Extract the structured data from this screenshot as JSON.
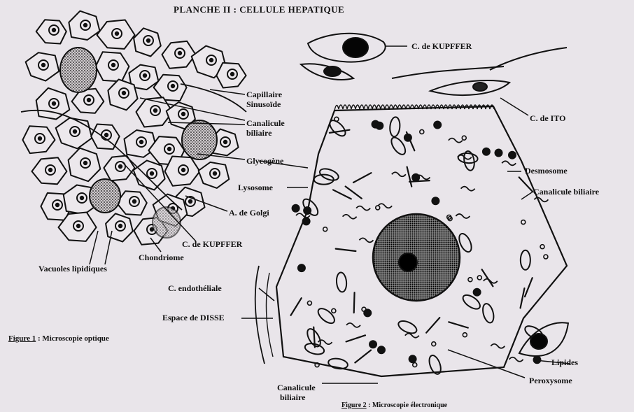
{
  "title": "PLANCHE II : CELLULE HEPATIQUE",
  "figure1": {
    "caption_num": "Figure 1",
    "caption_text": " : Microscopie optique",
    "labels": {
      "capillaire": "Capillaire",
      "sinusoide": "Sinusoïde",
      "canalicule": "Canalicule",
      "biliaire": "biliaire",
      "glycogene": "Glycogène",
      "golgi": "A. de Golgi",
      "kupffer": "C. de KUPFFER",
      "chondriome": "Chondriome",
      "vacuoles": "Vacuoles lipidiques"
    }
  },
  "figure2": {
    "caption_num": "Figure 2",
    "caption_text": " : Microscopie électronique",
    "labels": {
      "kupffer": "C. de KUPFFER",
      "ito": "C. de ITO",
      "lysosome": "Lysosome",
      "desmosome": "Desmosome",
      "canalicule_right": "Canalicule biliaire",
      "endotheliale": "C. endothéliale",
      "disse": "Espace de DISSE",
      "lipides": "Lipides",
      "peroxysome": "Peroxysome",
      "canalicule_bottom_1": "Canalicule",
      "canalicule_bottom_2": "biliaire"
    }
  }
}
